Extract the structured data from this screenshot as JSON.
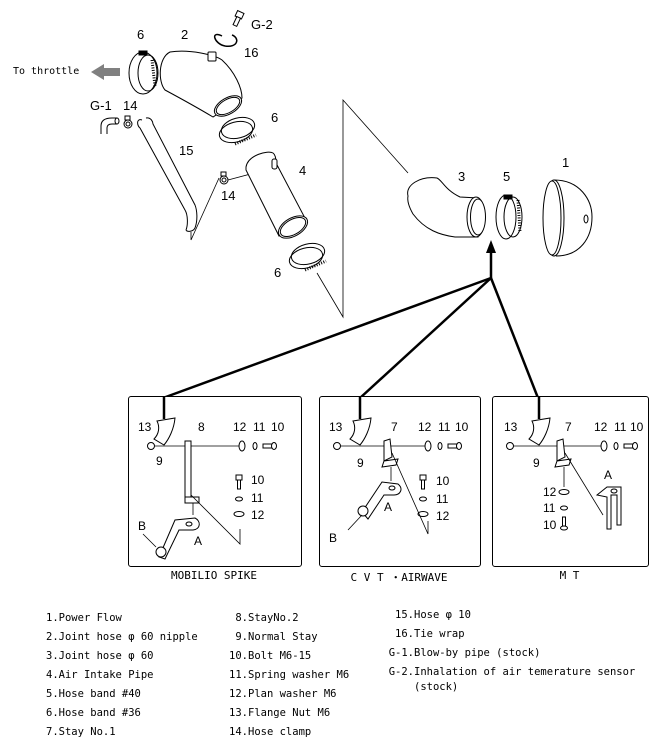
{
  "title": "Power Flow intake installation diagram",
  "direction_label": "To throttle",
  "top_callouts": {
    "g2": "G-2",
    "p16": "16",
    "p6a": "6",
    "p2": "2",
    "g1": "G-1",
    "p14a": "14",
    "p6b": "6",
    "p15": "15",
    "p4": "4",
    "p14b": "14",
    "p6c": "6",
    "p3": "3",
    "p5": "5",
    "p1": "1"
  },
  "panels": [
    {
      "caption": "MOBILIO SPIKE",
      "labels": {
        "p13": "13",
        "stay": "8",
        "p12": "12",
        "p11": "11",
        "p10": "10",
        "p9": "9",
        "p10b": "10",
        "p11b": "11",
        "p12b": "12",
        "B": "B",
        "A": "A"
      }
    },
    {
      "caption": "C V T ・AIRWAVE",
      "labels": {
        "p13": "13",
        "stay": "7",
        "p12": "12",
        "p11": "11",
        "p10": "10",
        "p9": "9",
        "p10b": "10",
        "p11b": "11",
        "p12b": "12",
        "B": "B",
        "A": "A"
      }
    },
    {
      "caption": "M T",
      "labels": {
        "p13": "13",
        "stay": "7",
        "p12": "12",
        "p11": "11",
        "p10": "10",
        "p9": "9",
        "A": "A",
        "p12b": "12",
        "p11b": "11",
        "p10b": "10"
      }
    }
  ],
  "legend": {
    "col1": [
      {
        "num": "1.",
        "text": "Power Flow"
      },
      {
        "num": "2.",
        "text": "Joint hose φ 60 nipple"
      },
      {
        "num": "3.",
        "text": "Joint hose φ 60"
      },
      {
        "num": "4.",
        "text": "Air Intake Pipe"
      },
      {
        "num": "5.",
        "text": "Hose band  #40"
      },
      {
        "num": "6.",
        "text": "Hose band  #36"
      },
      {
        "num": "7.",
        "text": "Stay No.1"
      }
    ],
    "col2": [
      {
        "num": "8.",
        "text": "StayNo.2"
      },
      {
        "num": "9.",
        "text": "Normal Stay"
      },
      {
        "num": "10.",
        "text": "Bolt  M6-15"
      },
      {
        "num": "11.",
        "text": "Spring washer  M6"
      },
      {
        "num": "12.",
        "text": "Plan washer  M6"
      },
      {
        "num": "13.",
        "text": "Flange Nut  M6"
      },
      {
        "num": "14.",
        "text": "Hose clamp"
      }
    ],
    "col3": [
      {
        "num": "15.",
        "text": "Hose   φ 10"
      },
      {
        "num": "16.",
        "text": "Tie wrap"
      },
      {
        "num": "G-1.",
        "text": "Blow-by pipe (stock)"
      },
      {
        "num": "G-2.",
        "text": "Inhalation of air temerature sensor"
      },
      {
        "num": "",
        "text": "(stock)"
      }
    ]
  },
  "colors": {
    "line": "#000000",
    "arrow_gray": "#808080",
    "background": "#ffffff"
  }
}
